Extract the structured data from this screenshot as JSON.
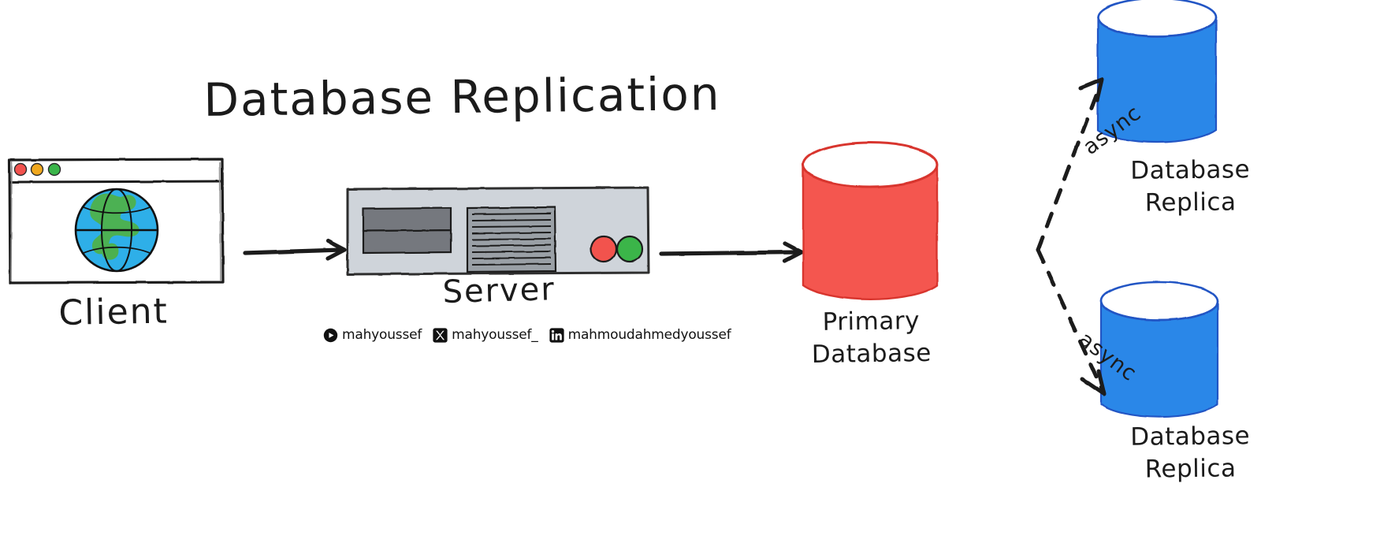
{
  "diagram": {
    "title": "Database Replication",
    "background_color": "#ffffff",
    "ink_color": "#1b1b1b"
  },
  "nodes": {
    "client": {
      "label": "Client",
      "type": "browser-window",
      "traffic_lights": [
        "#f2524e",
        "#f0a81e",
        "#3ab54a"
      ],
      "globe": {
        "ocean_color": "#2eafe8",
        "land_color": "#4cb050"
      }
    },
    "server": {
      "label": "Server",
      "type": "rack-server",
      "chassis_color": "#cfd4da",
      "bay_color": "#7b7f84",
      "vent_color": "#9aa0a6",
      "led_red": "#f2524e",
      "led_green": "#3ab54a"
    },
    "primary_database": {
      "label_line1": "Primary",
      "label_line2": "Database",
      "type": "cylinder",
      "color": "#f4564f"
    },
    "replica_top": {
      "label_line1": "Database",
      "label_line2": "Replica",
      "type": "cylinder",
      "color": "#2a87e8"
    },
    "replica_bottom": {
      "label_line1": "Database",
      "label_line2": "Replica",
      "type": "cylinder",
      "color": "#2a87e8"
    }
  },
  "edges": [
    {
      "from": "client",
      "to": "server",
      "style": "solid",
      "label": ""
    },
    {
      "from": "server",
      "to": "primary_database",
      "style": "solid",
      "label": ""
    },
    {
      "from": "primary_database",
      "to": "replica_top",
      "style": "dashed",
      "label": "async"
    },
    {
      "from": "primary_database",
      "to": "replica_bottom",
      "style": "dashed",
      "label": "async"
    }
  ],
  "social": [
    {
      "icon": "youtube-icon",
      "handle": "mahyoussef"
    },
    {
      "icon": "x-twitter-icon",
      "handle": "mahyoussef_"
    },
    {
      "icon": "linkedin-icon",
      "handle": "mahmoudahmedyoussef"
    }
  ]
}
